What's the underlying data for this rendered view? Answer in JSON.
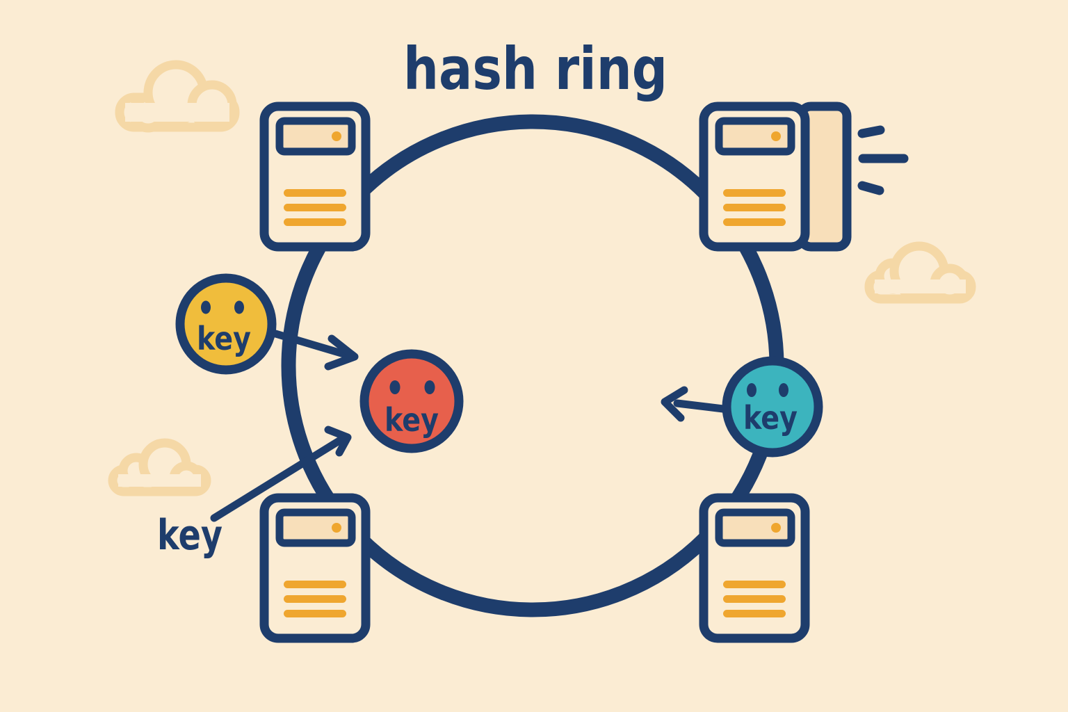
{
  "title": "hash ring",
  "colors": {
    "background": "#fbecd3",
    "outline_navy": "#1e3d6c",
    "accent_orange": "#efa62f",
    "screen_fill": "#f8dfba",
    "cloud_outline": "#f5d8a6",
    "key_yellow": "#f0bd3c",
    "key_red": "#e7604c",
    "key_teal": "#3cb4be"
  },
  "keys": [
    {
      "id": "key-yellow",
      "label": "key",
      "color": "#f0bd3c"
    },
    {
      "id": "key-red",
      "label": "key",
      "color": "#e7604c"
    },
    {
      "id": "key-teal",
      "label": "key",
      "color": "#3cb4be"
    }
  ],
  "pointer_label": {
    "text": "key"
  },
  "servers": [
    {
      "id": "server-top-left"
    },
    {
      "id": "server-top-right"
    },
    {
      "id": "server-bottom-left"
    },
    {
      "id": "server-bottom-right"
    }
  ]
}
